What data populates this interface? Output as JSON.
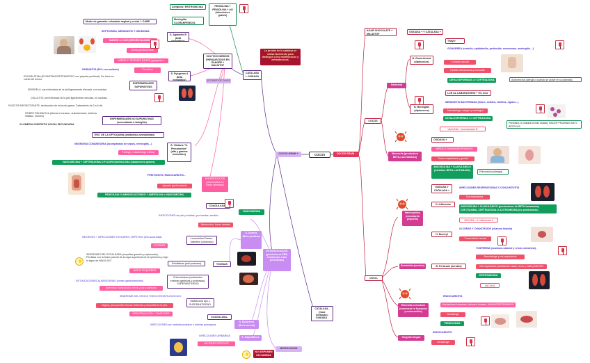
{
  "root": {
    "label": "COCOS"
  },
  "left_hub": {
    "label": "COCOS GRAM +"
  },
  "right_hub": {
    "label": "COCOS GRAM -"
  },
  "staph": {
    "title": "Staphylococcus",
    "hub": "CATALASA + OXIDASA -",
    "note": "La prueba de la catalasa se utiliza fácilmente para distinguir a los estafilococos y estreptococos.",
    "cultivos": "CULTIVOS MEDIOS ENRIQUECIDOS EN SANGRE + MALDITOF",
    "estreptococos": "ESTREPTOCOCOS",
    "penicilina_note": "PENICILINA + PENICILINA + AG (infecciones graves)",
    "alergicos": "Alérgicos: ERITROMICINA",
    "meningitis": "Meningitis: CLORANFENICOL"
  },
  "agalactiae": {
    "label": "S. Agalactie B (beta hemolítico)",
    "medio": "Medio de granada: exhudado vaginal y rectal. + CAMP.",
    "sepsis": "SEPTICEMIA, MENINGITIS Y NEUMONÍA",
    "madre": "MADRE => HIJO (RECIÉN NACIDO)",
    "gesta": "Gesta genitourinaria",
    "ninos": "NIÑOS Y JÓVENES SANOS (garganta o genital)"
  },
  "pyogenes": {
    "label": "S. Pyógenes A (beta hemolítico)",
    "faringitis": "FARINGITIS (80% con amidalo)",
    "escarlatina": "ESCARLATINA (EXANTEMA ERITEMATOSO con pápulas perifocal): De inicio en cuello del tronco.",
    "erisipela": "ERISIPELA: cara infectada de la piel ligeramente elevada, con cavidad.",
    "celulitis": "CELULITIS: piel infectada de la piel ligeramente elevada, en cavidad.",
    "fascitis": "FASCITIS NECROTIZANTE: destrucción de músculo grasa: Tratamiento de 3 a 6 ctk.",
    "enfermedades_sup": "ENFERMEDADES SUPURATIVAS",
    "penicilina": "Penicilina",
    "fiebre": "FIEBRE REUMÁTICA (afecta al corazón, articulaciones, sistema linfático, riñones)",
    "glomerulo": "GLOMERULONEFRITIS AGUDA SECUNDARIA",
    "no_sup": "ENFERMEDADES NO SUPURATIVAS (secundarias a faringitis)"
  },
  "viridans": {
    "label": "S. Viridans \"S. Pneumoniae\" (alfa y gamma hemolítico)",
    "optoquina": "TEST DE LA OPTOQUINA (antibiótico-sensibilidad)",
    "neumonia": "NEUMONÍA COMUNITARIA (acompañada de sepsis, meningitis...)",
    "faringe": "Faringe y nasofaringe (niños)",
    "vanco": "VANCOMICINA + CEFTRIAXONA O FLUOROQUINOLONA (situaciones graves)"
  },
  "enterococos": {
    "label": "ENTEROCOCOS (comensales en tracto intestinal)",
    "peritonitis": "PERITONITIS, ENDOCARDITIS...",
    "aparato": "Aparato genitourinario",
    "tratamiento": "PENICILINA O AMINOGLUCÓSIDO + AMPICILINA o VANCOMICINA"
  },
  "staph_aureus": {
    "hub": "ESTAFILOCOCOS (productores PBP, resistentes a las penicilinas)",
    "aureus": "S. Aureus (Beta positiva)",
    "coagulasa_pos": "COAGULASA +",
    "vancomicina": "VANCOMICINA",
    "infecciones": "INFECCIONES de piel y heridas, por heridas, sentido...",
    "neumonias": "Neumonías, fosas nasales",
    "toxinas": "TOXINAS",
    "leucocidina": "Leucocidina Panton-Valentine (citotóxica)",
    "necrosis": "NECROSIS + INFECCIONES TOXILARES, IMPETIGO (leis supuradas)",
    "jovenes": "JOVENES",
    "sindrome_piel": "SINDROME PIEL ESCALDADA (ampollas grandes y aplanadas), Pérdidas con la lesión parcial de la capa superficial de la epidermis y bajo el signo de NIKOLSKY",
    "exfoliativas": "Exfoliativas (anti-proteasa)",
    "ninos_pequenos": "NIÑOS PEQUEÑOS",
    "enterotoxinas": "Enterotoxinas (resistentes enzimas gástricas y proteasas), SUPERANTÍGENO",
    "intox": "INTOXICACIONES ALIMENTARIAS (vómito gastrointestinal)",
    "alimentos": "Alimentos manipulados ninos y para aceituras",
    "shock": "SÍNDROME DEL SHOCK TÓXICO ESTAFILOCÓCICO",
    "toxina1": "Staflotoxina tipo 1. SUPERANTÍGENO.",
    "vagina": "Vagina, para pueden formar síntomas y ampollas en la piel.",
    "menstruacion": "MENSTRUACIÓN + TAMPONES",
    "coagulasa_neg": "COAGULASA -",
    "epidermis": "S. Epidermis (flora normal)",
    "infecciones2": "INFECCIONES por material protésico o heridas quirúrgicas",
    "saprofiticus": "S. Saprofíticus",
    "urinarias": "INFECCIONES URINARIAS",
    "mujeres": "MUJERES FÉRTILES (jóvenes)",
    "micrococos": "MICROCOCOS",
    "no_disponen": "NO DISPONEN EN CADENA"
  },
  "catalasa_neg": "CATALASA - (hace borbujas); OXIDASA -",
  "gram_neg": {
    "agar": "AGAR CHOCOLATE + MALDITOF",
    "oxidasa": "OXIDASA + Y CATALASA +",
    "neisseria": "Neisseria",
    "gonorrhoeae": "N. Gonorrhoeae (diplococos)",
    "thayer": "Thayer Martin",
    "gonorrea": "GONORREA (uretritis, epididimitis, peritonitis, neumonías, meningitis....)",
    "contacto": "Contacto sexual",
    "epitelio": "Epitelio transicional y mucosas",
    "cefalo1": "CEFALOSPORINAS => CEFTRIAXONA",
    "azitro": "Azitromicina (alergia o cuando se active en la clamidia)",
    "meningitidis": "N. Meningitis (diplococos)",
    "lcr": "LCR AL LABORATORIO + 5% CO2",
    "meningitis_bact": "MENINGITIS BACTERIANA (fiebre, cefalea, vómitos, rigidez...)",
    "nasofaringe": "Nasofaringe, sangre y meninges",
    "cefalo2": "CEFALOSPORINAS => CEFTRIAXONA",
    "penicilina_g": "Penicilina G (clásica la más usada), HACER PRUEBAS ANTI-BIÓTICAS",
    "vacuna": "VACUNA + Inmunización B",
    "moraxella": "Moraxella (productora BETA-LACTAMASA)",
    "oxidasa2": "OXIDASA +",
    "ninos_inmuno": "NIÑOS E INMUNODEPRIMIDOS",
    "tracto": "Tracto respiratorio y genital",
    "amoxi": "AMOXICILINA + CLAVULÁNICO (inhibidor BETA-LACTAMASA)",
    "eritro": "Eritromicina (alergia)",
    "cocos": "COCOS",
    "cocobacilos": "COCO-BACILOS",
    "haemophilus": "Haemophilus (cocobacilo pequeño)",
    "oxidasa3": "OXIDASA Y CATALASA +",
    "influenzae": "H. Influenzae",
    "inf_resp": "INFECCIONES RESPIRATORIAS Y CONJUNTIVITIS",
    "via_resp": "Vía respiratoria",
    "amoxi2": "AMOXICILINA + CLAVULÁNICO (productoras de BETA-lactamasa), CEFOTAXIMA, CEFTRIAXONA O AZITROMICINA (no productoras)",
    "vacuna_hib": "VACUNA - H. Influenzae b",
    "ducreyi": "H. Ducreyi",
    "ulceras": "ÚLCERAS Y CHANCROIDE (chancro blando)",
    "transmision": "Transmisión sexual",
    "bordetella": "Bordetella (aerobio)",
    "pertussis": "B. Pertussis (aerobio)",
    "tosferina": "TOSFERINA (ocasiona catarral y crisis convulsiva)",
    "nasofaringe2": "Nasofaringe y vía respiratoria",
    "via_resp2": "Vía respiratoria (exhalación nasal, micro y halito) MACRO",
    "eritromicina": "ERITROMICINA",
    "vacuna2": "VACUNA",
    "eikenella": "Eikenella corrodens (comensal en humanos y endocarditis)",
    "endocarditis": "ENDOCARDITIS",
    "mordeduras": "Mordeduras humanas, lesiones bucales, INMUNODEPRIMIDOS",
    "orofaringe": "Orofaringe",
    "penicilinas": "PENICILINAS",
    "kingella": "Kingella Kingae",
    "endocarditis2": "ENDOCARDITIS",
    "orofaringe2": "Orofaringe"
  }
}
